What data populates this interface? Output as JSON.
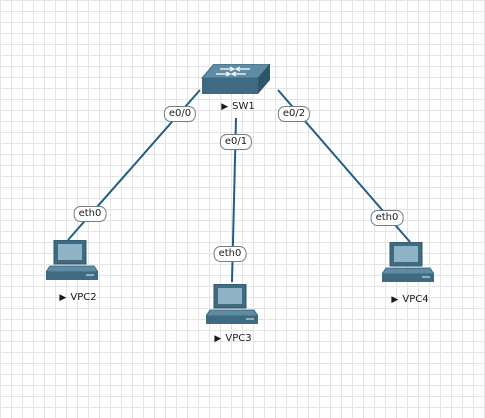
{
  "theme": {
    "link_color": "#1f5f85",
    "device_dark": "#3e6a82",
    "device_mid": "#5f8ca4",
    "device_light": "#8fb2c5"
  },
  "nodes": {
    "sw1": {
      "label": "SW1",
      "icon": "switch-icon",
      "run_symbol": "▶"
    },
    "vpc2": {
      "label": "VPC2",
      "icon": "pc-icon",
      "run_symbol": "▶"
    },
    "vpc3": {
      "label": "VPC3",
      "icon": "pc-icon",
      "run_symbol": "▶"
    },
    "vpc4": {
      "label": "VPC4",
      "icon": "pc-icon",
      "run_symbol": "▶"
    }
  },
  "links": [
    {
      "from": "sw1",
      "to": "vpc2",
      "from_port": "e0/0",
      "to_port": "eth0"
    },
    {
      "from": "sw1",
      "to": "vpc3",
      "from_port": "e0/1",
      "to_port": "eth0"
    },
    {
      "from": "sw1",
      "to": "vpc4",
      "from_port": "e0/2",
      "to_port": "eth0"
    }
  ]
}
